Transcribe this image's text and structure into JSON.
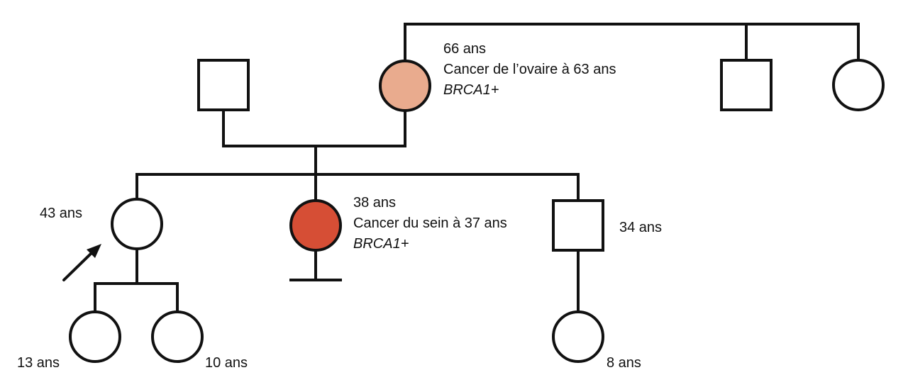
{
  "colors": {
    "line": "#111111",
    "unaffected_fill": "#ffffff",
    "ovarian_cancer_fill": "#e9ab8e",
    "breast_cancer_fill": "#d64e35"
  },
  "individuals": {
    "grandfather": {
      "sex": "male"
    },
    "grandmother": {
      "sex": "female",
      "age": "66 ans",
      "diagnosis": "Cancer de l’ovaire à 63 ans",
      "genotype": "BRCA1+"
    },
    "great_uncle": {
      "sex": "male"
    },
    "great_aunt": {
      "sex": "female"
    },
    "proband": {
      "sex": "female",
      "age": "43 ans",
      "proband_arrow": true
    },
    "sister": {
      "sex": "female",
      "age": "38 ans",
      "diagnosis": "Cancer du sein à 37 ans",
      "genotype": "BRCA1+",
      "no_children_marker": true
    },
    "brother": {
      "sex": "male",
      "age": "34 ans"
    },
    "daughter1": {
      "sex": "female",
      "age": "13 ans"
    },
    "daughter2": {
      "sex": "female",
      "age": "10 ans"
    },
    "niece": {
      "sex": "female",
      "age": "8 ans"
    }
  }
}
